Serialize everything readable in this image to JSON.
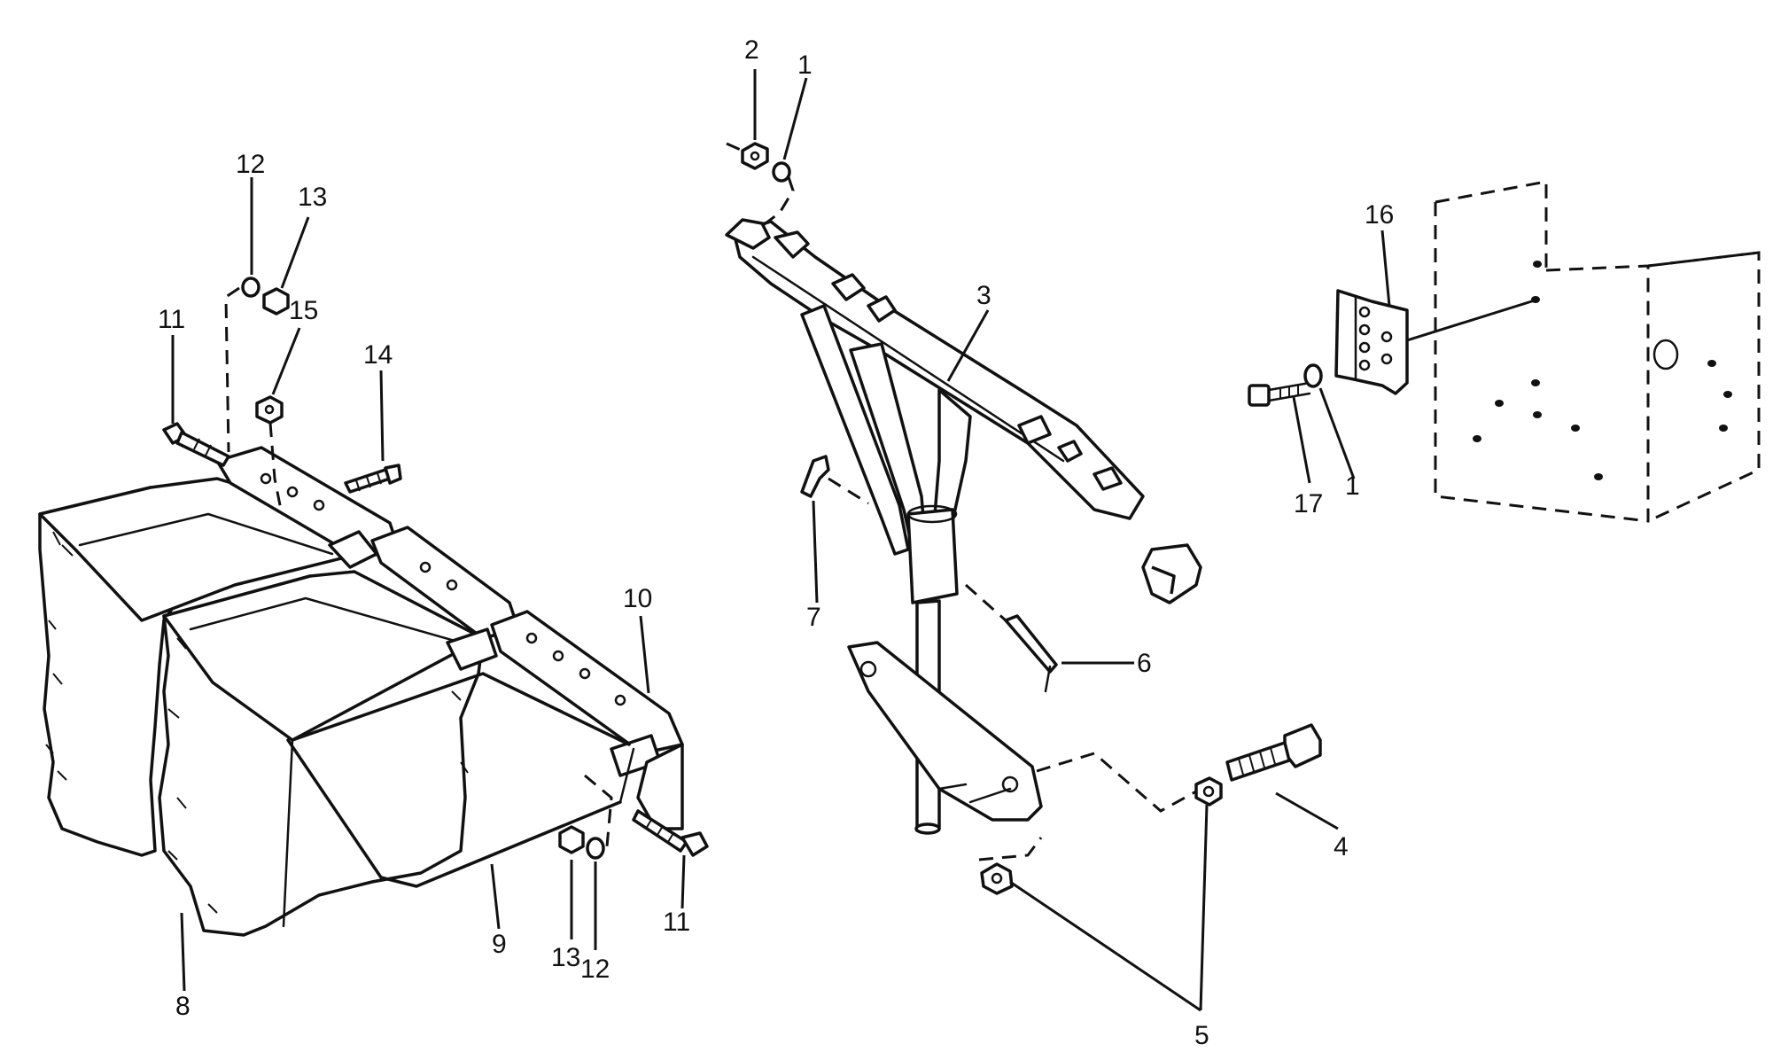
{
  "callouts": [
    {
      "id": "c-2",
      "text": "2"
    },
    {
      "id": "c-1a",
      "text": "1"
    },
    {
      "id": "c-3",
      "text": "3"
    },
    {
      "id": "c-16",
      "text": "16"
    },
    {
      "id": "c-17",
      "text": "17"
    },
    {
      "id": "c-1b",
      "text": "1"
    },
    {
      "id": "c-12a",
      "text": "12"
    },
    {
      "id": "c-13a",
      "text": "13"
    },
    {
      "id": "c-15",
      "text": "15"
    },
    {
      "id": "c-11a",
      "text": "11"
    },
    {
      "id": "c-14",
      "text": "14"
    },
    {
      "id": "c-10",
      "text": "10"
    },
    {
      "id": "c-7",
      "text": "7"
    },
    {
      "id": "c-6",
      "text": "6"
    },
    {
      "id": "c-4",
      "text": "4"
    },
    {
      "id": "c-9",
      "text": "9"
    },
    {
      "id": "c-13b",
      "text": "13"
    },
    {
      "id": "c-12b",
      "text": "12"
    },
    {
      "id": "c-11b",
      "text": "11"
    },
    {
      "id": "c-8",
      "text": "8"
    },
    {
      "id": "c-5",
      "text": "5"
    }
  ]
}
